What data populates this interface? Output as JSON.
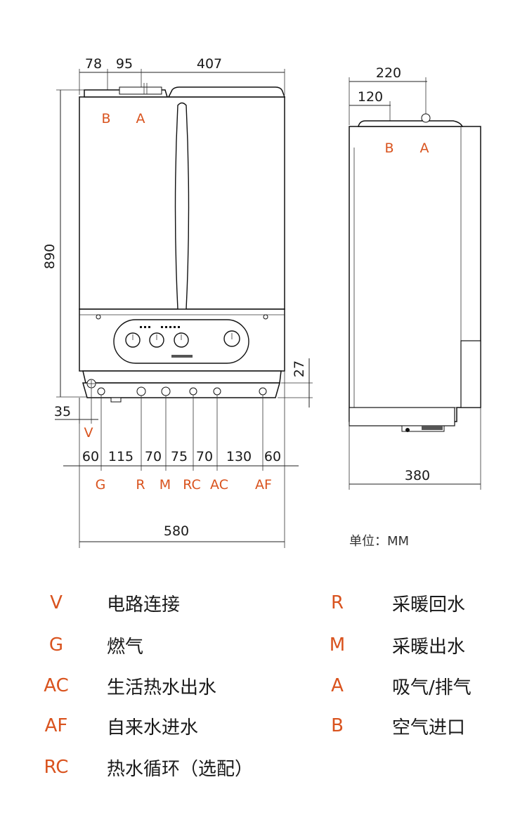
{
  "front_view": {
    "top_dims": [
      "78",
      "95",
      "407"
    ],
    "height_dim": "890",
    "connection_labels_top": [
      "B",
      "A"
    ],
    "bottom_dims": [
      "60",
      "115",
      "70",
      "75",
      "70",
      "130",
      "60"
    ],
    "bottom_labels": [
      "G",
      "R",
      "M",
      "RC",
      "AC",
      "AF"
    ],
    "v_label": "V",
    "left_offset": "35",
    "right_offset": "27",
    "total_width": "580"
  },
  "side_view": {
    "top_dims": [
      "220",
      "120"
    ],
    "connection_labels_top": [
      "B",
      "A"
    ],
    "depth": "380"
  },
  "unit_label": "单位：MM",
  "legend_left": [
    {
      "code": "V",
      "text": "电路连接"
    },
    {
      "code": "G",
      "text": "燃气"
    },
    {
      "code": "AC",
      "text": "生活热水出水"
    },
    {
      "code": "AF",
      "text": "自来水进水"
    },
    {
      "code": "RC",
      "text": "热水循环（选配）"
    }
  ],
  "legend_right": [
    {
      "code": "R",
      "text": "采暖回水"
    },
    {
      "code": "M",
      "text": "采暖出水"
    },
    {
      "code": "A",
      "text": "吸气/排气"
    },
    {
      "code": "B",
      "text": "空气进口"
    }
  ],
  "colors": {
    "label_red": "#d9531e",
    "line": "#222222"
  }
}
